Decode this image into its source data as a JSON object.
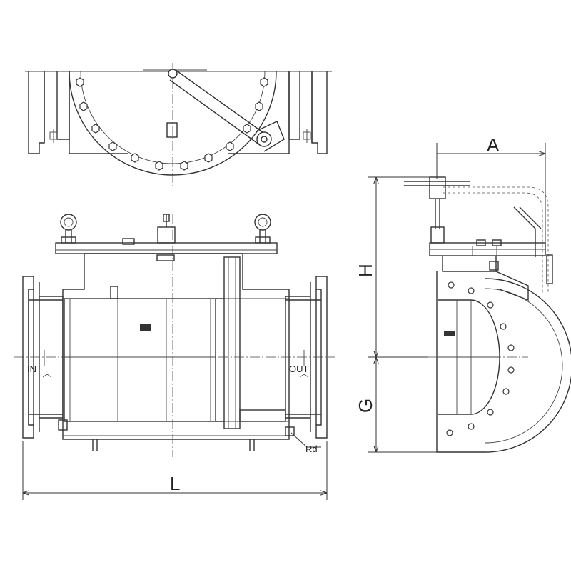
{
  "labels": {
    "dim_A": "A",
    "dim_H": "H",
    "dim_G": "G",
    "dim_L": "L",
    "inlet": "IN",
    "outlet": "OUT",
    "drain": "Rd"
  },
  "colors": {
    "line": "#333333",
    "background": "#ffffff"
  }
}
